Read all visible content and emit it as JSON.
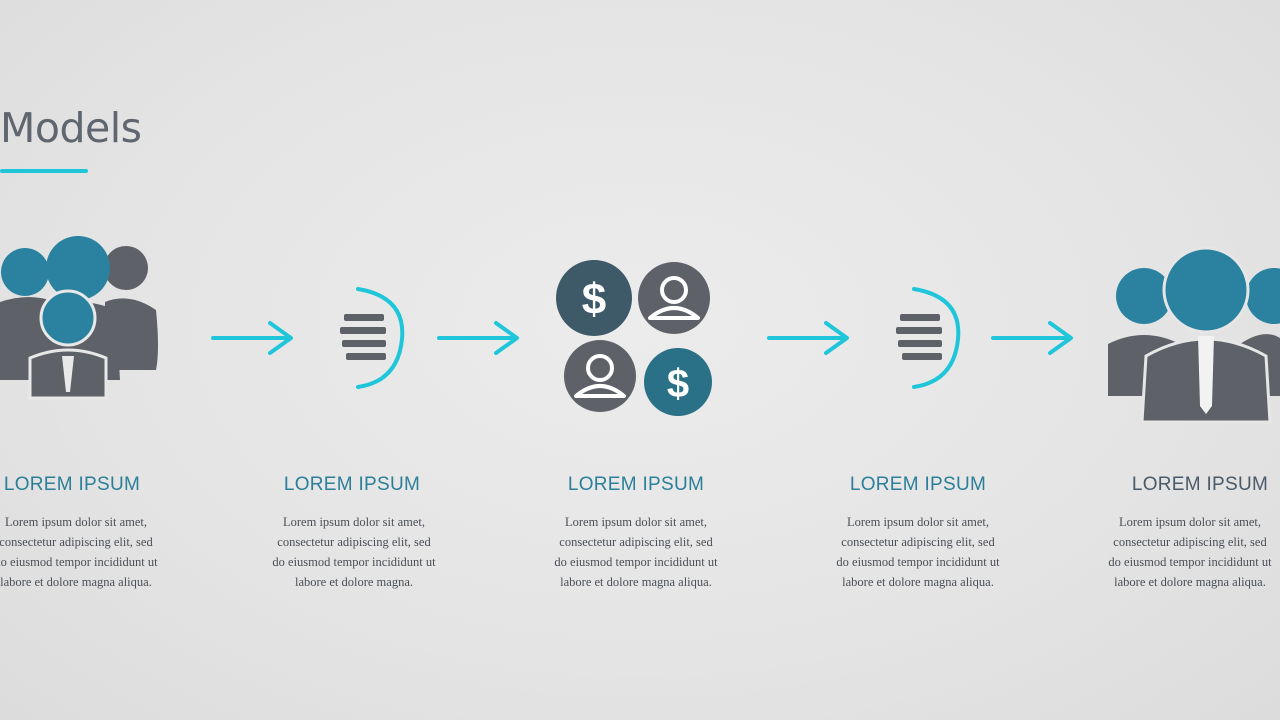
{
  "title": "Models",
  "colors": {
    "accent": "#1fc6da",
    "icon_gray": "#5e6168",
    "icon_teal": "#2a82a0",
    "icon_dark": "#3e5968",
    "heading_teal": "#2b7f98",
    "heading_gray": "#4a5a68"
  },
  "steps": [
    {
      "icon": "team-group-icon",
      "heading": "LOREM IPSUM",
      "description": "Lorem ipsum dolor sit amet,\nconsectetur adipiscing elit, sed\ndo eiusmod tempor incididunt ut\nlabore et dolore magna aliqua."
    },
    {
      "icon": "speed-motion-icon",
      "heading": "LOREM IPSUM",
      "description": "Lorem ipsum dolor sit amet,\nconsectetur adipiscing elit, sed\ndo eiusmod tempor incididunt ut\nlabore et dolore magna."
    },
    {
      "icon": "dollar-people-exchange-icon",
      "heading": "LOREM IPSUM",
      "description": "Lorem ipsum dolor sit amet,\nconsectetur adipiscing elit, sed\ndo eiusmod tempor incididunt ut\nlabore et dolore magna aliqua."
    },
    {
      "icon": "speed-motion-icon",
      "heading": "LOREM IPSUM",
      "description": "Lorem ipsum dolor sit amet,\nconsectetur adipiscing elit, sed\ndo eiusmod tempor incididunt ut\nlabore et dolore magna aliqua."
    },
    {
      "icon": "businessman-team-icon",
      "heading": "LOREM IPSUM",
      "description": "Lorem ipsum dolor sit amet,\nconsectetur adipiscing elit, sed\ndo eiusmod tempor incididunt ut\nlabore et dolore magna aliqua."
    }
  ]
}
